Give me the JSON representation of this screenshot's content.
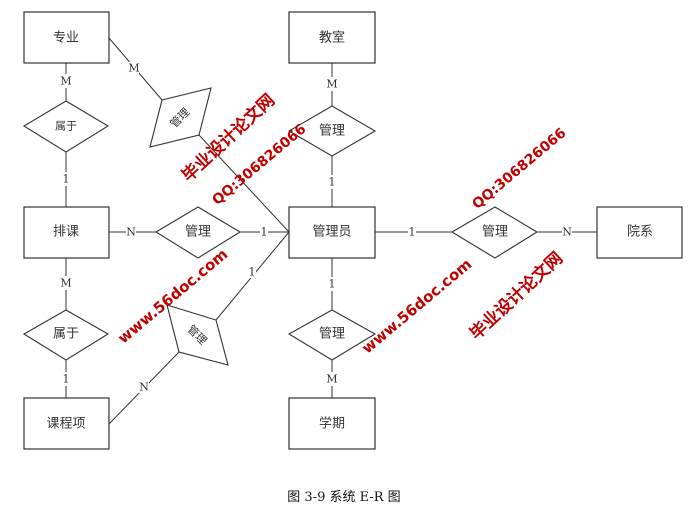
{
  "diagram": {
    "type": "er-diagram",
    "entities": {
      "major": "专业",
      "scheduling": "排课",
      "course_item": "课程项",
      "classroom": "教室",
      "admin": "管理员",
      "semester": "学期",
      "department": "院系"
    },
    "relationships": {
      "belongs_top": "属于",
      "belongs_bottom": "属于",
      "manage_major": "管理",
      "manage_classroom": "管理",
      "manage_scheduling": "管理",
      "manage_course_item": "管理",
      "manage_semester": "管理",
      "manage_department": "管理"
    },
    "cardinalities": {
      "major_belongs": "M",
      "belongs_scheduling": "1",
      "major_manage": "M",
      "classroom_manage": "M",
      "manage_admin_top": "1",
      "scheduling_manage": "N",
      "manage_admin_left": "1",
      "scheduling_belongs": "M",
      "belongs_course": "1",
      "course_manage": "N",
      "manage_admin_diag": "1",
      "admin_manage_bottom": "1",
      "manage_semester": "M",
      "admin_manage_right": "1",
      "manage_department": "N"
    },
    "caption": "图 3-9 系统 E-R 图"
  },
  "watermark": {
    "site_cn": "毕业设计论文网",
    "site_url": "www.56doc.com",
    "qq": "QQ:306826066",
    "color": "#c00000"
  }
}
